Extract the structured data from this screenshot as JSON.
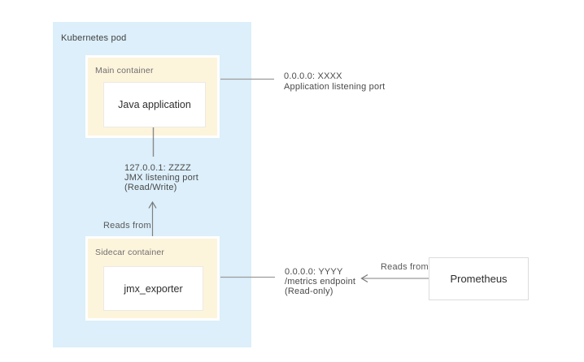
{
  "diagram": {
    "pod": {
      "label": "Kubernetes pod",
      "main_container": {
        "label": "Main container",
        "inner_label": "Java application"
      },
      "sidecar_container": {
        "label": "Sidecar container",
        "inner_label": "jmx_exporter"
      }
    },
    "external": {
      "prometheus_label": "Prometheus"
    },
    "annotations": {
      "app_port": {
        "line1": "0.0.0.0: XXXX",
        "line2": "Application listening port"
      },
      "jmx_port": {
        "line1": "127.0.0.1: ZZZZ",
        "line2": "JMX listening port",
        "line3": "(Read/Write)"
      },
      "metrics_endpoint": {
        "line1": "0.0.0.0: YYYY",
        "line2": "/metrics endpoint",
        "line3": "(Read-only)"
      },
      "reads_from_sidecar": "Reads from",
      "reads_from_prometheus": "Reads from"
    },
    "colors": {
      "pod_bg": "#dceffa",
      "container_bg": "#fdf4dc",
      "connector": "#9b9b9b",
      "arrow": "#777777"
    }
  }
}
